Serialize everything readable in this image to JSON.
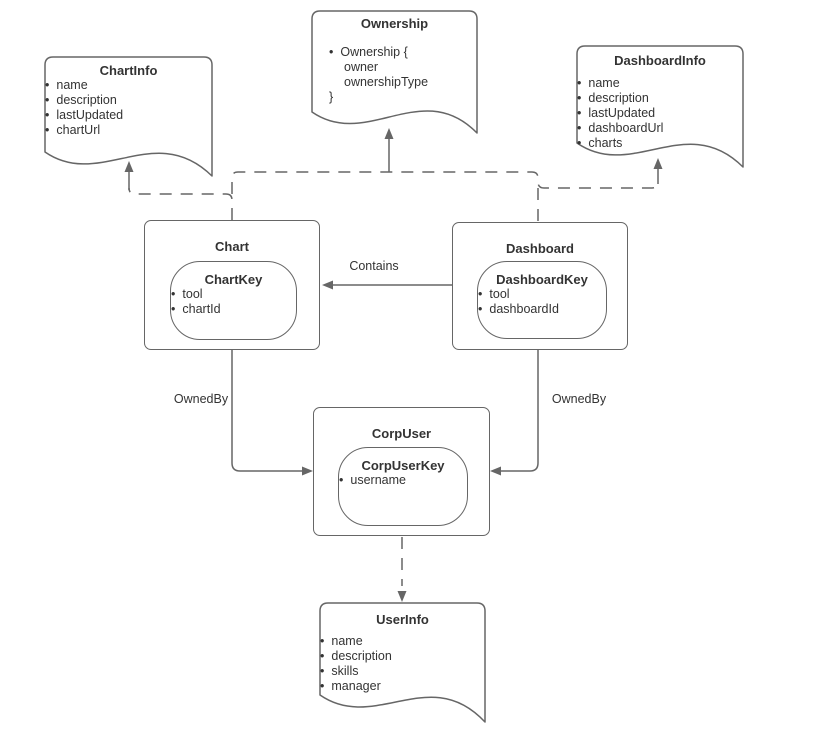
{
  "colors": {
    "stroke": "#666666",
    "text": "#333333",
    "background": "#ffffff"
  },
  "notes": {
    "chart_info": {
      "title": "ChartInfo",
      "fields": [
        "name",
        "description",
        "lastUpdated",
        "chartUrl"
      ]
    },
    "ownership": {
      "title": "Ownership",
      "lines": [
        "Ownership {",
        "owner",
        "ownershipType",
        "}"
      ]
    },
    "dashboard_info": {
      "title": "DashboardInfo",
      "fields": [
        "name",
        "description",
        "lastUpdated",
        "dashboardUrl",
        "charts"
      ]
    },
    "user_info": {
      "title": "UserInfo",
      "fields": [
        "name",
        "description",
        "skills",
        "manager"
      ]
    }
  },
  "entities": {
    "chart": {
      "title": "Chart",
      "key": {
        "title": "ChartKey",
        "fields": [
          "tool",
          "chartId"
        ]
      }
    },
    "dashboard": {
      "title": "Dashboard",
      "key": {
        "title": "DashboardKey",
        "fields": [
          "tool",
          "dashboardId"
        ]
      }
    },
    "corp_user": {
      "title": "CorpUser",
      "key": {
        "title": "CorpUserKey",
        "fields": [
          "username"
        ]
      }
    }
  },
  "edges": {
    "contains_label": "Contains",
    "chart_owned_by_label": "OwnedBy",
    "dashboard_owned_by_label": "OwnedBy"
  }
}
